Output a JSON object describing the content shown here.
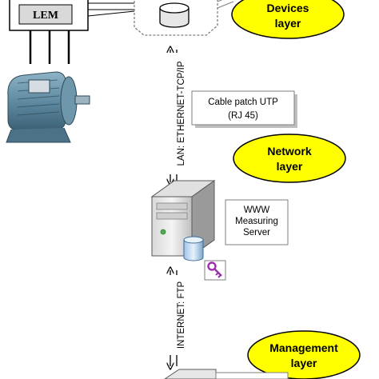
{
  "lem": {
    "label": "LEM"
  },
  "links": {
    "lan_label": "LAN: ETHERNET-TCP/IP",
    "internet_label": "INTERNET: FTP"
  },
  "cable_note": {
    "line1": "Cable patch UTP",
    "line2": "(RJ 45)"
  },
  "layers": {
    "devices": {
      "line1": "Devices",
      "line2": "layer",
      "color": "#ffff00"
    },
    "network": {
      "line1": "Network",
      "line2": "layer",
      "color": "#ffff00"
    },
    "management": {
      "line1": "Management",
      "line2": "layer",
      "color": "#ffff00"
    }
  },
  "server": {
    "line1": "WWW",
    "line2": "Measuring",
    "line3": "Server"
  },
  "icons": [
    "electric-motor-icon",
    "database-icon",
    "tower-server-icon",
    "key-icon"
  ]
}
